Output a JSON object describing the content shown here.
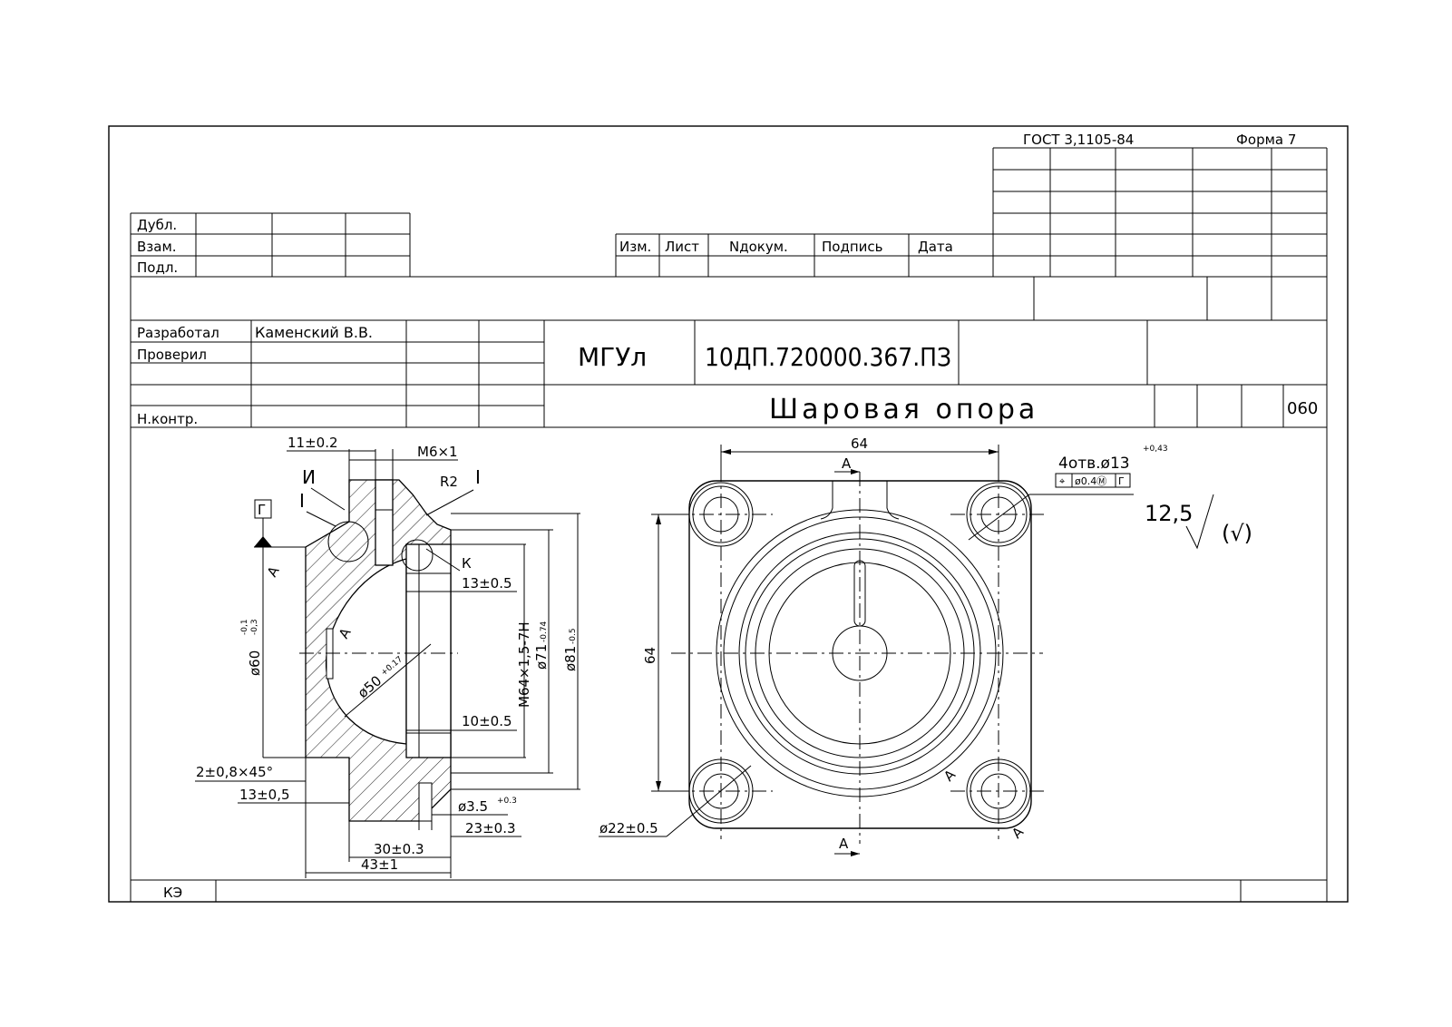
{
  "stamp": {
    "gost": "ГОСТ 3,1105-84",
    "form": "Форма 7",
    "left_rows": [
      "Дубл.",
      "Взам.",
      "Подл."
    ],
    "change_headers": [
      "Изм.",
      "Лист",
      "Nдокум.",
      "Подпись",
      "Дата"
    ],
    "roles": [
      "Разработал",
      "Проверил",
      "Н.контр."
    ],
    "developer": "Каменский В.В.",
    "organization": "МГУл",
    "doc_number": "10ДП.720000.367.ПЗ",
    "title": "Шаровая опора",
    "sheet_code": "060",
    "bottom_code": "КЭ"
  },
  "section_view": {
    "datum": "Г",
    "labels": {
      "detail_1": "И",
      "detail_2": "I",
      "detail_3": "I",
      "detail_k": "К",
      "section_a": "А"
    },
    "dims": {
      "d_11": "11±0.2",
      "thread_top": "М6×1",
      "radius": "R2",
      "d_13_top": "13±0.5",
      "d_10": "10±0.5",
      "thread_main": "М64×1,5-7Н",
      "d71": "ø71",
      "d71_tol": "-0.74",
      "d81": "ø81",
      "d81_tol": "-0.5",
      "d60": "ø60",
      "d60_tol_up": "-0,1",
      "d60_tol_low": "-0,3",
      "d50": "ø50",
      "d50_tol": "+0.17",
      "chamfer": "2±0,8×45°",
      "d_13_bot": "13±0,5",
      "d35": "ø3.5",
      "d35_tol": "+0.3",
      "d_23": "23±0.3",
      "d_30": "30±0.3",
      "d_43": "43±1"
    }
  },
  "plan_view": {
    "dims": {
      "width": "64",
      "height": "64",
      "holes": "4отв.ø13",
      "holes_tol": "+0,43",
      "tolerance_frame": [
        "⌖",
        "ø0.4Ⓜ",
        "Г"
      ],
      "d22": "ø22±0.5"
    },
    "section_label": "А"
  },
  "roughness": {
    "value": "12,5",
    "other": "(√)"
  }
}
